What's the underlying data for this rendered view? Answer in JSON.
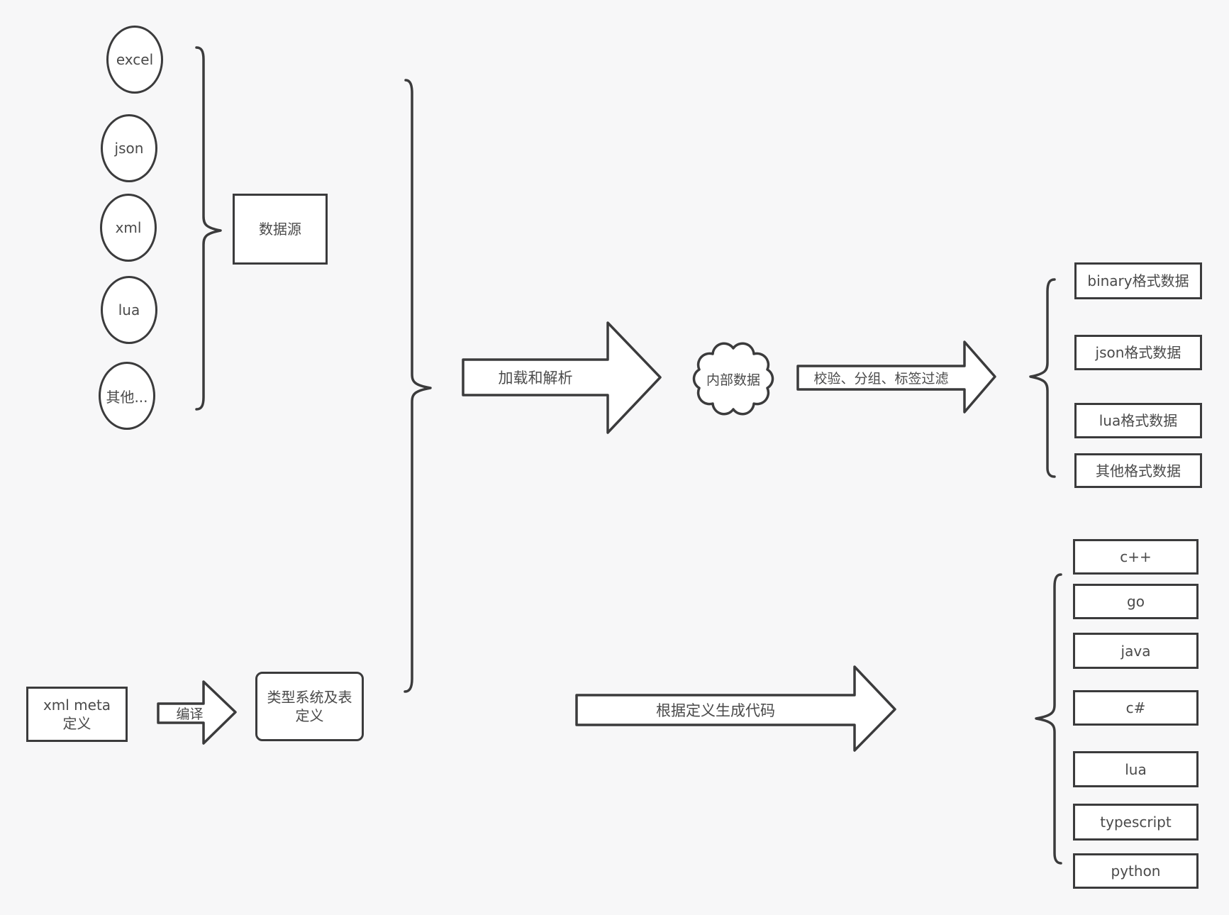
{
  "colors": {
    "background": "#f7f7f8",
    "line": "#3b3b3c",
    "fill": "#ffffff",
    "text": "#4a4a4a"
  },
  "sources": {
    "items": [
      "excel",
      "json",
      "xml",
      "lua",
      "其他..."
    ],
    "group_label": "数据源"
  },
  "meta_flow": {
    "xml_meta": "xml meta定义",
    "compile_arrow_label": "编译",
    "type_system": "类型系统及表定义"
  },
  "process": {
    "load_arrow_label": "加载和解析",
    "internal_data": "内部数据",
    "filter_arrow_label": "校验、分组、标签过滤",
    "codegen_arrow_label": "根据定义生成代码"
  },
  "outputs": {
    "formats": [
      "binary格式数据",
      "json格式数据",
      "lua格式数据",
      "其他格式数据"
    ],
    "languages": [
      "c++",
      "go",
      "java",
      "c#",
      "lua",
      "typescript",
      "python"
    ]
  }
}
